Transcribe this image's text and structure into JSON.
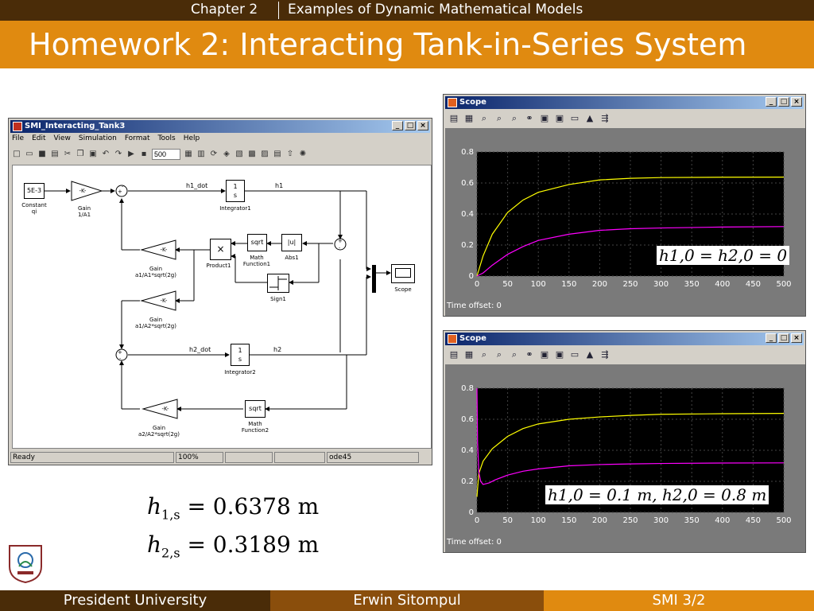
{
  "header": {
    "chapter": "Chapter 2",
    "subtitle": "Examples of Dynamic Mathematical Models"
  },
  "slide_title": "Homework 2: Interacting Tank-in-Series System",
  "simulink": {
    "window_title": "SMI_Interacting_Tank3",
    "menu": [
      "File",
      "Edit",
      "View",
      "Simulation",
      "Format",
      "Tools",
      "Help"
    ],
    "stop_time": "500",
    "status": {
      "ready": "Ready",
      "zoom": "100%",
      "solver": "ode45"
    },
    "blocks": {
      "constant_value": "5E-3",
      "constant_label": "Constant\nqi",
      "gain_k": "-K-",
      "gain1_label": "Gain\n1/A1",
      "integrator1_label": "Integrator1",
      "integrator2_label": "Integrator2",
      "sqrt": "sqrt",
      "abs": "|u|",
      "mathfn1_label": "Math\nFunction1",
      "mathfn2_label": "Math\nFunction2",
      "abs1_label": "Abs1",
      "product_label": "Product1",
      "sign_label": "Sign1",
      "scope_label": "Scope",
      "gain_a1A1_label": "Gain\na1/A1*sqrt(2g)",
      "gain_a1A2_label": "Gain\na1/A2*sqrt(2g)",
      "gain_a2A2_label": "Gain\na2/A2*sqrt(2g)",
      "int_num": "1",
      "int_den": "s",
      "product_sym": "×",
      "h1_dot": "h1_dot",
      "h1": "h1",
      "h2_dot": "h2_dot",
      "h2": "h2"
    }
  },
  "scope1": {
    "title": "Scope",
    "time_offset_label": "Time offset:",
    "time_offset_value": "0",
    "formula": "h1,0 = h2,0 = 0"
  },
  "scope2": {
    "title": "Scope",
    "time_offset_label": "Time offset:",
    "time_offset_value": "0",
    "formula": "h1,0 = 0.1 m, h2,0 = 0.8 m"
  },
  "results": {
    "h1s_sym": "h",
    "h1s_sub": "1,s",
    "h1s_val": "= 0.6378 m",
    "h2s_sym": "h",
    "h2s_sub": "2,s",
    "h2s_val": "= 0.3189 m"
  },
  "footer": {
    "left": "President University",
    "center": "Erwin Sitompul",
    "right": "SMI 3/2"
  },
  "chart_data": [
    {
      "type": "line",
      "xlim": [
        0,
        500
      ],
      "ylim": [
        0,
        0.8
      ],
      "x_ticks": [
        0,
        50,
        100,
        150,
        200,
        250,
        300,
        350,
        400,
        450,
        500
      ],
      "y_ticks": [
        0,
        0.2,
        0.4,
        0.6,
        0.8
      ],
      "series": [
        {
          "color": "#ffff00",
          "x": [
            0,
            10,
            25,
            50,
            75,
            100,
            150,
            200,
            250,
            300,
            400,
            500
          ],
          "y": [
            0,
            0.13,
            0.27,
            0.41,
            0.49,
            0.54,
            0.59,
            0.62,
            0.63,
            0.635,
            0.637,
            0.638
          ]
        },
        {
          "color": "#ff00ff",
          "x": [
            0,
            10,
            25,
            50,
            75,
            100,
            150,
            200,
            250,
            300,
            400,
            500
          ],
          "y": [
            0,
            0.02,
            0.07,
            0.14,
            0.19,
            0.23,
            0.27,
            0.295,
            0.305,
            0.31,
            0.316,
            0.319
          ]
        }
      ]
    },
    {
      "type": "line",
      "xlim": [
        0,
        500
      ],
      "ylim": [
        0,
        0.8
      ],
      "x_ticks": [
        0,
        50,
        100,
        150,
        200,
        250,
        300,
        350,
        400,
        450,
        500
      ],
      "y_ticks": [
        0,
        0.2,
        0.4,
        0.6,
        0.8
      ],
      "series": [
        {
          "color": "#ffff00",
          "x": [
            0,
            3,
            10,
            25,
            50,
            75,
            100,
            150,
            200,
            250,
            300,
            400,
            500
          ],
          "y": [
            0.1,
            0.25,
            0.33,
            0.41,
            0.49,
            0.54,
            0.57,
            0.6,
            0.615,
            0.625,
            0.632,
            0.636,
            0.638
          ]
        },
        {
          "color": "#ff00ff",
          "x": [
            0,
            1,
            3,
            6,
            10,
            20,
            30,
            50,
            75,
            100,
            150,
            200,
            250,
            300,
            400,
            500
          ],
          "y": [
            0.8,
            0.45,
            0.26,
            0.2,
            0.18,
            0.19,
            0.21,
            0.24,
            0.265,
            0.28,
            0.3,
            0.308,
            0.312,
            0.315,
            0.318,
            0.319
          ]
        }
      ]
    }
  ]
}
